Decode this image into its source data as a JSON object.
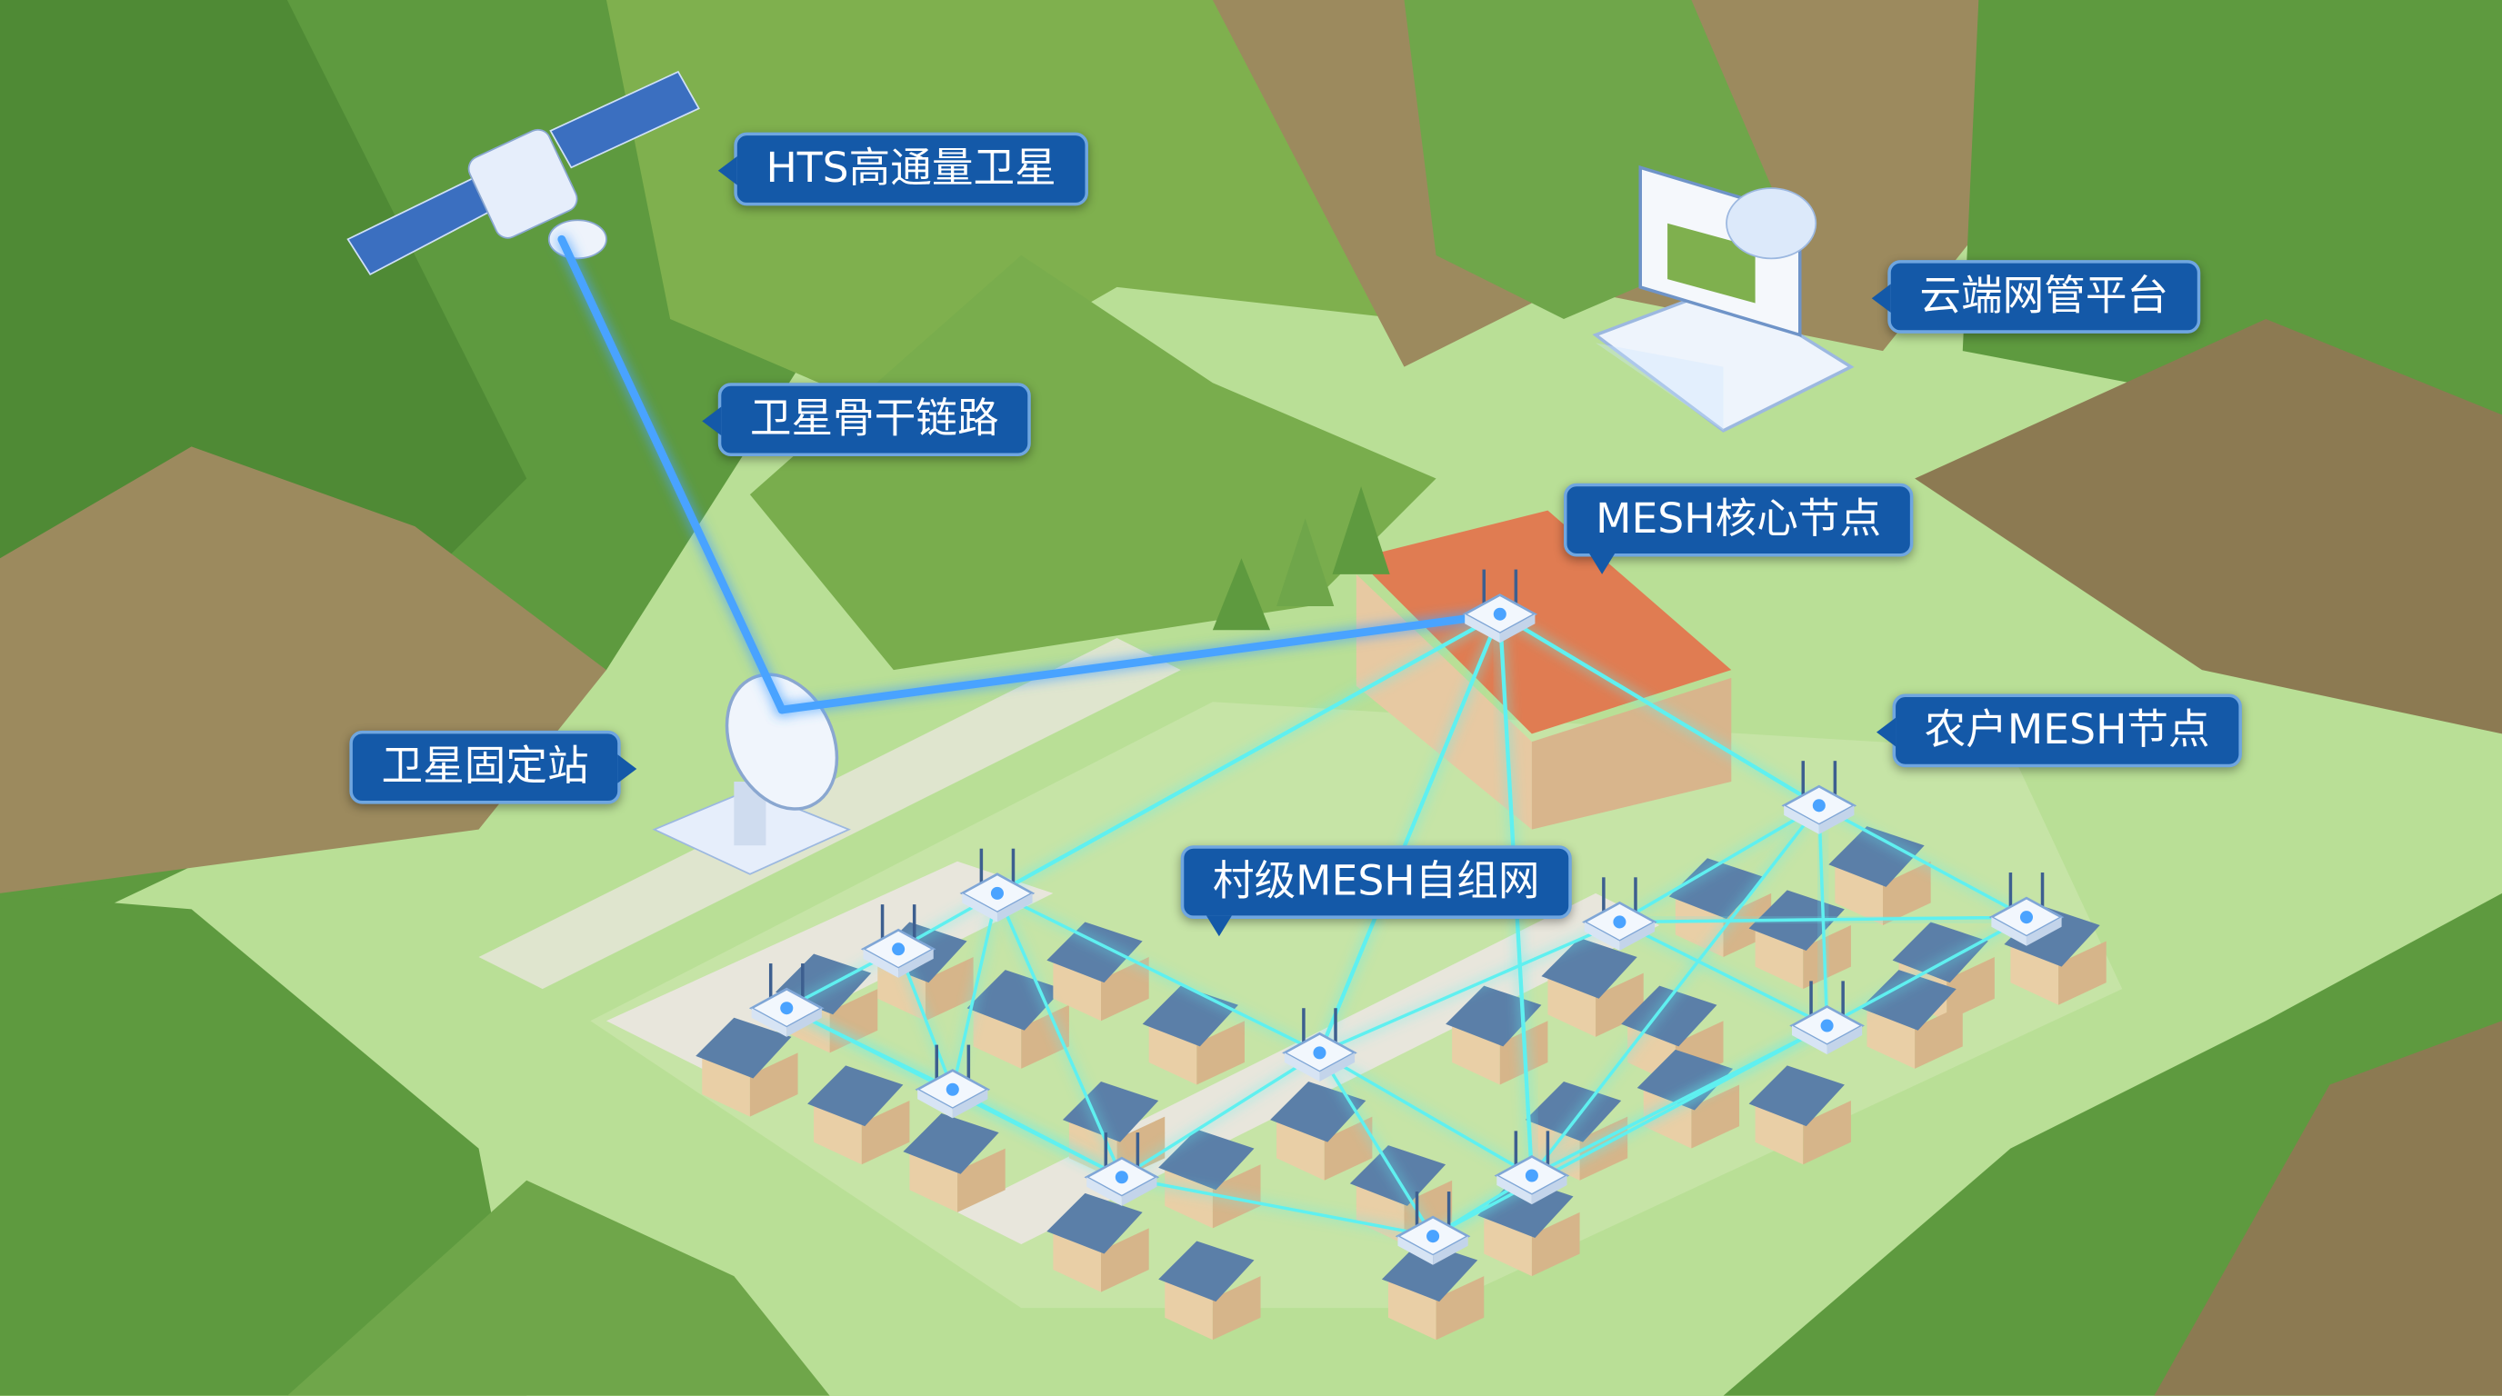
{
  "labels": {
    "satellite": "HTS高通量卫星",
    "backbone_link": "卫星骨干链路",
    "cloud_platform": "云端网管平台",
    "core_node": "MESH核心节点",
    "farm_node": "农户MESH节点",
    "ground_station": "卫星固定站",
    "village_mesh": "村级MESH自组网"
  },
  "colors": {
    "label_bg": "#1459a8",
    "backbone_beam": "#4aa3ff",
    "mesh_link": "#5ff0f0",
    "valley": "#b9df96",
    "mountain_green": "#6fa64a",
    "mountain_brown": "#9c8a5e"
  }
}
